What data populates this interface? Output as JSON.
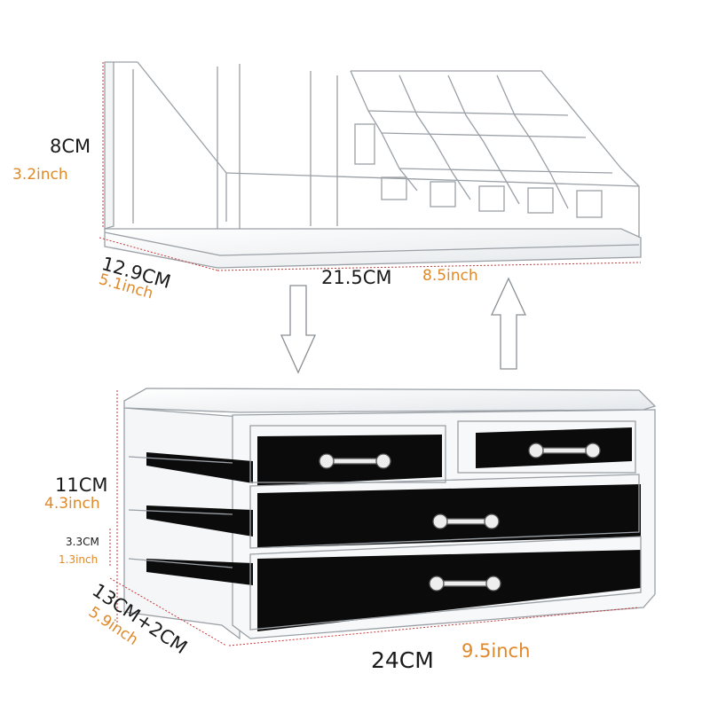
{
  "top_unit": {
    "height": {
      "cm": "8CM",
      "inch": "3.2inch"
    },
    "depth": {
      "cm": "12.9CM",
      "inch": "5.1inch"
    },
    "width": {
      "cm": "21.5CM",
      "inch": "8.5inch"
    }
  },
  "bottom_unit": {
    "height": {
      "cm": "11CM",
      "inch": "4.3inch"
    },
    "drawer_height": {
      "cm": "3.3CM",
      "inch": "1.3inch"
    },
    "depth": {
      "cm": "13CM+2CM",
      "inch": "5.9inch"
    },
    "width": {
      "cm": "24CM",
      "inch": "9.5inch"
    }
  },
  "colors": {
    "cm_text": "#1a1a1a",
    "inch_text": "#e0892a",
    "dim_line": "#c83a3a",
    "acrylic_edge": "#9aa0a6",
    "felt_lining": "#0b0b0b"
  },
  "icons": {
    "arrow_down": "down-arrow-icon",
    "arrow_up": "up-arrow-icon"
  }
}
